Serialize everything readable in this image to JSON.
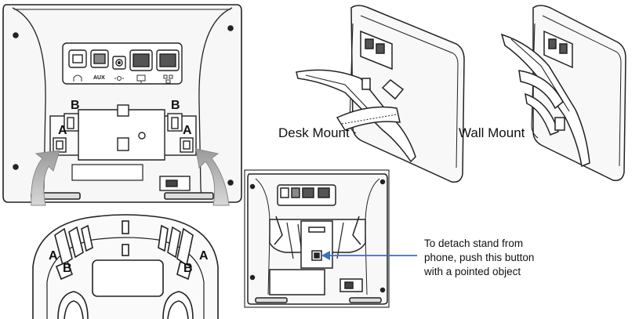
{
  "captions": {
    "desk_mount": "Desk Mount",
    "wall_mount": "Wall Mount"
  },
  "callout": {
    "lines": [
      "To detach stand from",
      "phone, push this button",
      "with a pointed object"
    ],
    "arrow_color": "#3a6fc4"
  },
  "markers": {
    "a": "A",
    "b": "B"
  },
  "port_icons": [
    "headset-icon",
    "aux-label",
    "power-icon",
    "pc-icon",
    "network-icon"
  ],
  "port_labels": {
    "aux": "AUX"
  },
  "colors": {
    "line": "#222222",
    "fill": "#f4f4f4",
    "arrow": "#c8c8c8",
    "callout": "#3a6fc4"
  }
}
